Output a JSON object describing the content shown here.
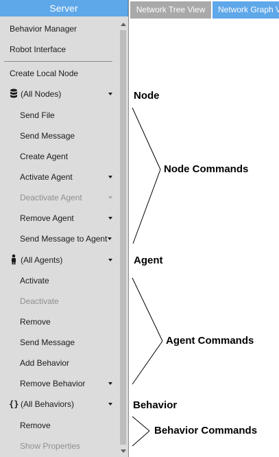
{
  "sidebar": {
    "header": "Server",
    "items": [
      {
        "label": "Behavior Manager"
      },
      {
        "label": "Robot Interface"
      },
      {
        "label": "Create Local Node"
      },
      {
        "label": "(All Nodes)",
        "icon": "database-icon"
      },
      {
        "label": "Send File"
      },
      {
        "label": "Send Message"
      },
      {
        "label": "Create Agent"
      },
      {
        "label": "Activate Agent"
      },
      {
        "label": "Deactivate Agent",
        "disabled": true
      },
      {
        "label": "Remove Agent"
      },
      {
        "label": "Send Message to Agent"
      },
      {
        "label": "(All Agents)",
        "icon": "person-icon"
      },
      {
        "label": "Activate"
      },
      {
        "label": "Deactivate",
        "disabled": true
      },
      {
        "label": "Remove"
      },
      {
        "label": "Send Message"
      },
      {
        "label": "Add Behavior"
      },
      {
        "label": "Remove Behavior"
      },
      {
        "label": "(All Behaviors)",
        "icon": "braces-icon"
      },
      {
        "label": "Remove"
      },
      {
        "label": "Show Properties",
        "disabled": true
      }
    ]
  },
  "tabs": [
    {
      "label": "Network Tree View",
      "active": false
    },
    {
      "label": "Network Graph View",
      "active": true
    }
  ],
  "annotations": {
    "node": "Node",
    "node_commands": "Node Commands",
    "agent": "Agent",
    "agent_commands": "Agent Commands",
    "behavior": "Behavior",
    "behavior_commands": "Behavior Commands"
  },
  "colors": {
    "accent": "#5ea7e9",
    "sidebar_bg": "#dcdcdc",
    "inactive_tab": "#a9a9a9",
    "disabled_text": "#8f8f8f"
  }
}
